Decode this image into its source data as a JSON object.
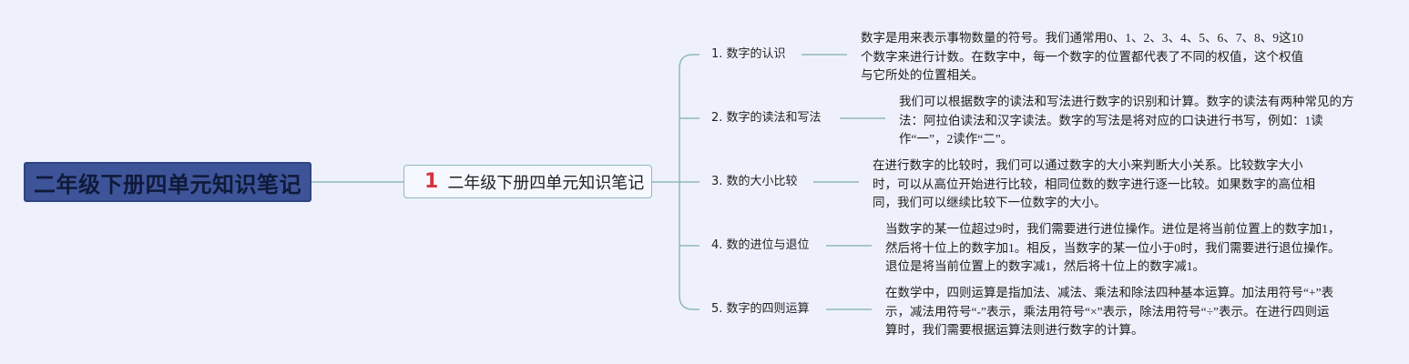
{
  "root": {
    "title": "二年级下册四单元知识笔记"
  },
  "main": {
    "badge": "1",
    "title": "二年级下册四单元知识笔记"
  },
  "topics": [
    {
      "label": "1. 数字的认识",
      "detail": "数字是用来表示事物数量的符号。我们通常用0、1、2、3、4、5、6、7、8、9这10个数字来进行计数。在数字中，每一个数字的位置都代表了不同的权值，这个权值与它所处的位置相关。"
    },
    {
      "label": "2. 数字的读法和写法",
      "detail": "我们可以根据数字的读法和写法进行数字的识别和计算。数字的读法有两种常见的方法：阿拉伯读法和汉字读法。数字的写法是将对应的口诀进行书写，例如：1读作“一”，2读作“二”。"
    },
    {
      "label": "3. 数的大小比较",
      "detail": "在进行数字的比较时，我们可以通过数字的大小来判断大小关系。比较数字大小时，可以从高位开始进行比较，相同位数的数字进行逐一比较。如果数字的高位相同，我们可以继续比较下一位数字的大小。"
    },
    {
      "label": "4. 数的进位与退位",
      "detail": "当数字的某一位超过9时，我们需要进行进位操作。进位是将当前位置上的数字加1，然后将十位上的数字加1。相反，当数字的某一位小于0时，我们需要进行退位操作。退位是将当前位置上的数字减1，然后将十位上的数字减1。"
    },
    {
      "label": "5. 数字的四则运算",
      "detail": "在数学中，四则运算是指加法、减法、乘法和除法四种基本运算。加法用符号“+”表示，减法用符号“-”表示，乘法用符号“×”表示，除法用符号“÷”表示。在进行四则运算时，我们需要根据运算法则进行数字的计算。"
    }
  ],
  "colors": {
    "background": "#eef1fb",
    "root_fill": "#3e5499",
    "root_text": "#0f1a3a",
    "main_border": "#8fb7bd",
    "connector": "#8fb7bd",
    "badge": "#d4343b"
  }
}
